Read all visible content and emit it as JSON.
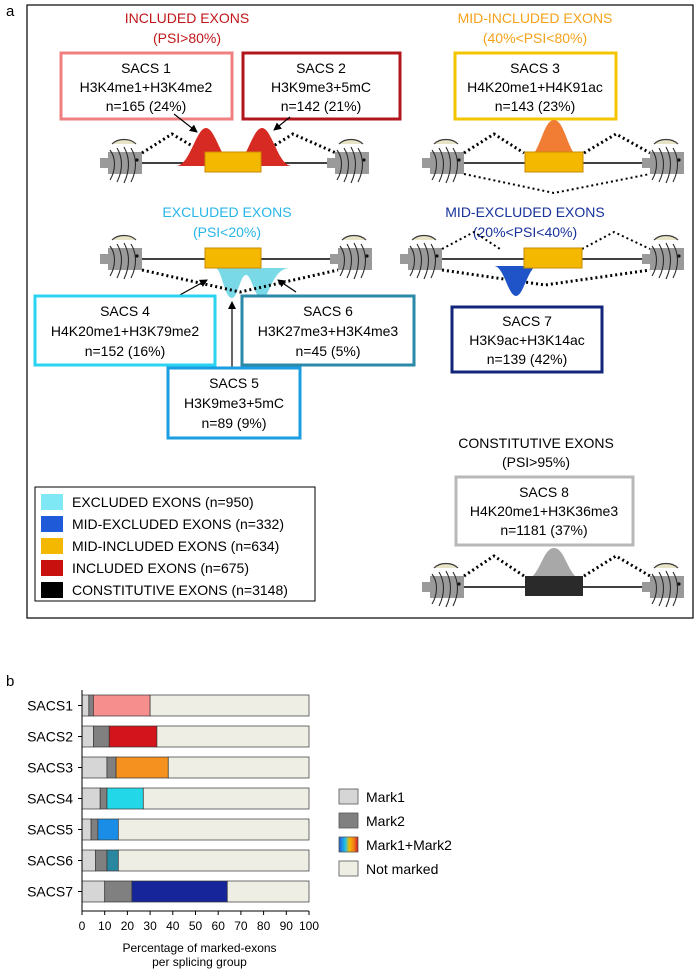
{
  "panel_a": {
    "label": "a",
    "included": {
      "title": "INCLUDED EXONS",
      "subtitle": "(PSI>80%)",
      "color": "#c0171b"
    },
    "mid_included": {
      "title": "MID-INCLUDED EXONS",
      "subtitle": "(40%<PSI<80%)",
      "color": "#f5a21a"
    },
    "excluded": {
      "title": "EXCLUDED EXONS",
      "subtitle": "(PSI<20%)",
      "color": "#27b6e8"
    },
    "mid_excluded": {
      "title": "MID-EXCLUDED EXONS",
      "subtitle": "(20%<PSI<40%)",
      "color": "#17319a"
    },
    "constitutive": {
      "title": "CONSTITUTIVE EXONS",
      "subtitle": "(PSI>95%)",
      "color": "#000000"
    },
    "sacs": [
      {
        "name": "SACS 1",
        "marks": "H3K4me1+H3K4me2",
        "count": "n=165 (24%)",
        "border": "#f08080"
      },
      {
        "name": "SACS 2",
        "marks": "H3K9me3+5mC",
        "count": "n=142 (21%)",
        "border": "#b0161c"
      },
      {
        "name": "SACS 3",
        "marks": "H4K20me1+H4K91ac",
        "count": "n=143 (23%)",
        "border": "#f5c400"
      },
      {
        "name": "SACS 4",
        "marks": "H4K20me1+H3K79me2",
        "count": "n=152 (16%)",
        "border": "#2ad4f0"
      },
      {
        "name": "SACS 5",
        "marks": "H3K9me3+5mC",
        "count": "n=89 (9%)",
        "border": "#1b9de2"
      },
      {
        "name": "SACS 6",
        "marks": "H3K27me3+H3K4me3",
        "count": "n=45 (5%)",
        "border": "#2a8aa8"
      },
      {
        "name": "SACS 7",
        "marks": "H3K9ac+H3K14ac",
        "count": "n=139 (42%)",
        "border": "#13257a"
      },
      {
        "name": "SACS 8",
        "marks": "H4K20me1+H3K36me3",
        "count": "n=1181 (37%)",
        "border": "#b8b8b8"
      }
    ],
    "legend": [
      {
        "label": "EXCLUDED EXONS (n=950)",
        "color": "#7fe8f5"
      },
      {
        "label": "MID-EXCLUDED EXONS (n=332)",
        "color": "#1f5ad8"
      },
      {
        "label": "MID-INCLUDED EXONS (n=634)",
        "color": "#f5b800"
      },
      {
        "label": "INCLUDED EXONS (n=675)",
        "color": "#c8100f"
      },
      {
        "label": "CONSTITUTIVE EXONS (n=3148)",
        "color": "#000000"
      }
    ]
  },
  "panel_b": {
    "label": "b",
    "legend": [
      {
        "label": "Mark1",
        "color": "#d6d6d6"
      },
      {
        "label": "Mark2",
        "color": "#808080"
      },
      {
        "label": "Mark1+Mark2",
        "color": "multi"
      },
      {
        "label": "Not marked",
        "color": "#efeee4"
      }
    ]
  },
  "chart_data": {
    "type": "bar",
    "orientation": "horizontal",
    "stacked": true,
    "categories": [
      "SACS1",
      "SACS2",
      "SACS3",
      "SACS4",
      "SACS5",
      "SACS6",
      "SACS7"
    ],
    "series": [
      {
        "name": "Mark1",
        "values": [
          3,
          5,
          11,
          8,
          4,
          6,
          10
        ],
        "color": "#d6d6d6"
      },
      {
        "name": "Mark2",
        "values": [
          2,
          7,
          4,
          3,
          3,
          5,
          12
        ],
        "color": "#808080"
      },
      {
        "name": "Mark1+Mark2",
        "values": [
          25,
          21,
          23,
          16,
          9,
          5,
          42
        ],
        "colors": [
          "#f78e8e",
          "#d4141c",
          "#f5921f",
          "#22d8e8",
          "#1a8ee6",
          "#2a87a0",
          "#16259a"
        ]
      },
      {
        "name": "Not marked",
        "values": [
          70,
          67,
          62,
          73,
          84,
          84,
          36
        ],
        "color": "#efeee4"
      }
    ],
    "xlabel": "Percentage of marked-exons\nper splicing group",
    "xlim": [
      0,
      100
    ],
    "xticks": [
      "0",
      "10",
      "20",
      "30",
      "40",
      "50",
      "60",
      "70",
      "80",
      "90",
      "100"
    ],
    "legend_position": "right"
  }
}
